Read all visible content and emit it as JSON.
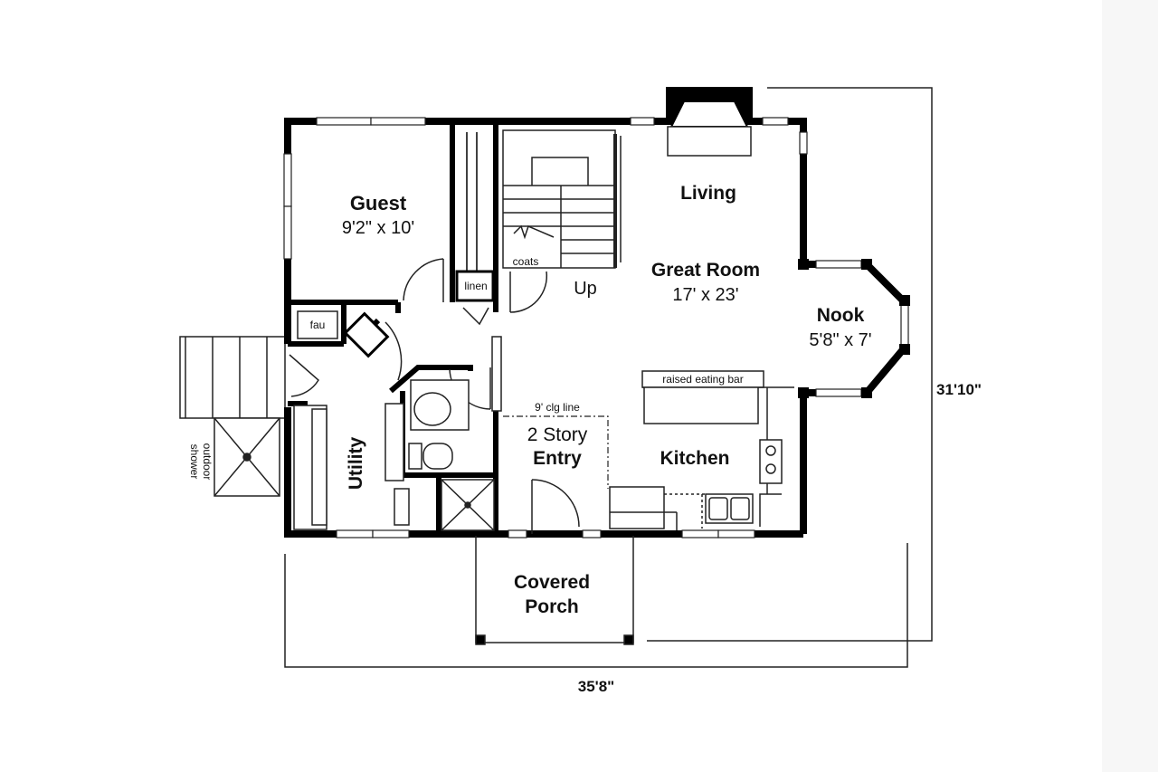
{
  "plan": {
    "rooms": {
      "guest": {
        "name": "Guest",
        "size": "9'2\" x 10'"
      },
      "living": {
        "name": "Living"
      },
      "great_room": {
        "name": "Great Room",
        "size": "17' x 23'"
      },
      "nook": {
        "name": "Nook",
        "size": "5'8\" x 7'"
      },
      "kitchen": {
        "name": "Kitchen"
      },
      "utility": {
        "name": "Utility"
      },
      "entry": {
        "line1": "2 Story",
        "line2": "Entry"
      },
      "porch": {
        "line1": "Covered",
        "line2": "Porch"
      }
    },
    "labels": {
      "fau": "fau",
      "linen": "linen",
      "coats": "coats",
      "up": "Up",
      "eating_bar": "raised eating bar",
      "ceiling": "9' clg line",
      "shower_1": "outdoor",
      "shower_2": "shower"
    },
    "dimensions": {
      "width": "35'8\"",
      "depth": "31'10\""
    }
  },
  "colors": {
    "wall": "#000000",
    "line": "#222222",
    "background": "#ffffff"
  }
}
